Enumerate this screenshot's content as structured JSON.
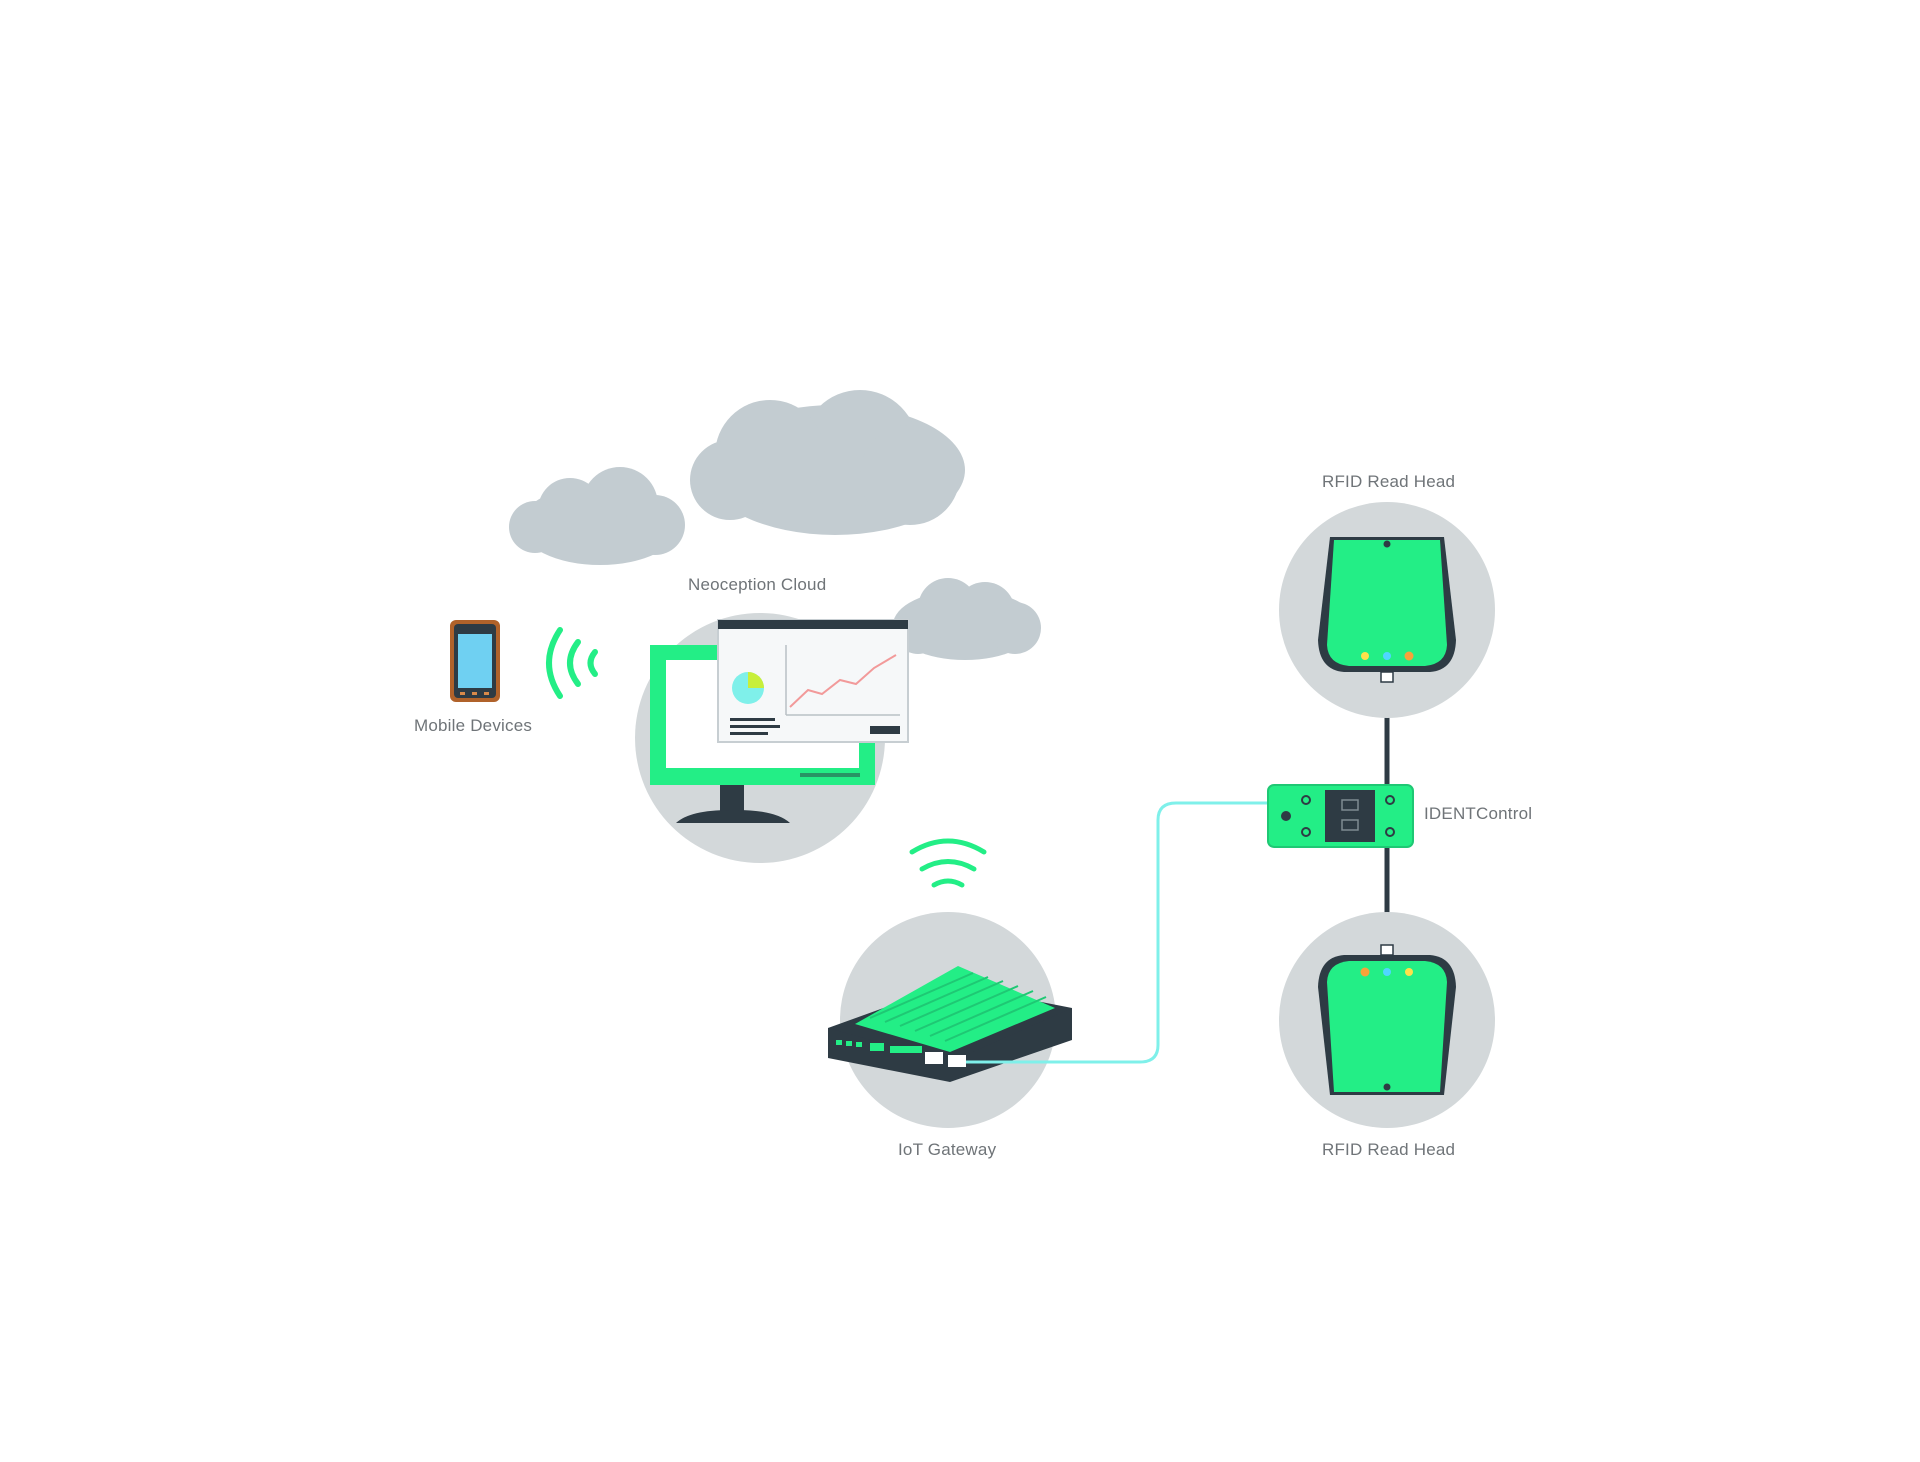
{
  "labels": {
    "mobile_devices": "Mobile Devices",
    "neoception_cloud": "Neoception Cloud",
    "iot_gateway": "IoT Gateway",
    "identcontrol": "IDENTControl",
    "rfid_read_head_top": "RFID Read Head",
    "rfid_read_head_bottom": "RFID Read Head"
  },
  "colors": {
    "green": "#23ee86",
    "dark": "#2e3b44",
    "cable": "#7ff0ea",
    "cloud": "#c3ccd1",
    "circle": "#d3d8da",
    "label": "#6f7478"
  }
}
